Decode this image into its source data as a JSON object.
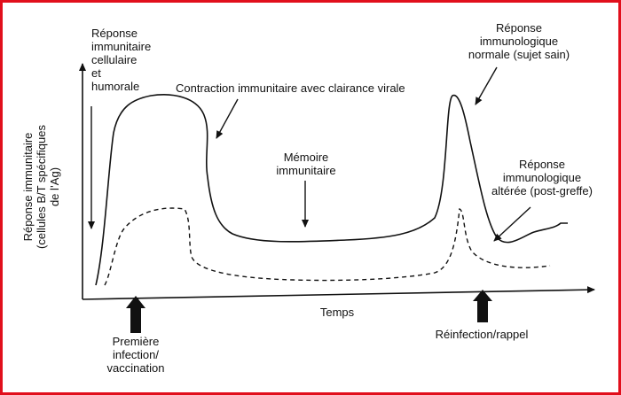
{
  "diagram": {
    "y_axis_label": [
      "Réponse immunitaire",
      "(cellules B/T spécifiques",
      "de l’Ag)"
    ],
    "x_axis_label": "Temps",
    "annotations": {
      "cellular_humoral": [
        "Réponse",
        "immunitaire",
        "cellulaire",
        "et",
        "humorale"
      ],
      "contraction": "Contraction immunitaire avec clairance virale",
      "memory": [
        "Mémoire",
        "immunitaire"
      ],
      "normal_response": [
        "Réponse",
        "immunologique",
        "normale (sujet sain)"
      ],
      "altered_response": [
        "Réponse",
        "immunologique",
        "altérée (post-greffe)"
      ],
      "first_infection": [
        "Première",
        "infection/",
        "vaccination"
      ],
      "reinfection": "Réinfection/rappel"
    },
    "curves": [
      {
        "name": "normale",
        "style": "solid"
      },
      {
        "name": "altérée",
        "style": "dashed"
      }
    ],
    "colors": {
      "frame": "#e10f1c",
      "ink": "#111111"
    }
  }
}
